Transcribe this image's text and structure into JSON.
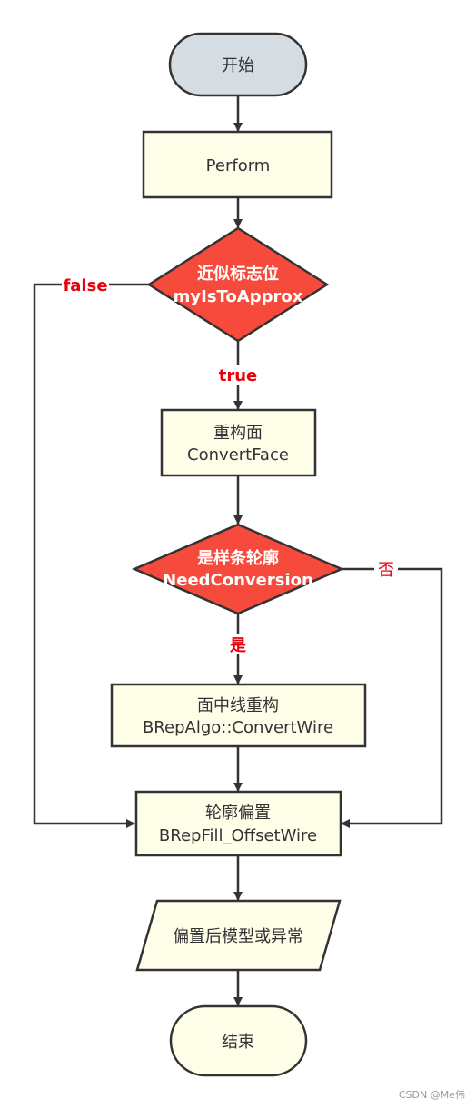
{
  "colors": {
    "start_fill": "#d5dde2",
    "process_fill": "#fefee9",
    "decision_fill": "#f64b3c",
    "stroke": "#333333",
    "edge_label": "#e8000b"
  },
  "nodes": {
    "start": "开始",
    "perform": "Perform",
    "decision1": {
      "line1": "近似标志位",
      "line2": "myIsToApprox"
    },
    "convert_face": {
      "line1": "重构面",
      "line2": "ConvertFace"
    },
    "decision2": {
      "line1": "是样条轮廓",
      "line2": "NeedConversion"
    },
    "convert_wire": {
      "line1": "面中线重构",
      "line2": "BRepAlgo::ConvertWire"
    },
    "offset_wire": {
      "line1": "轮廓偏置",
      "line2": "BRepFill_OffsetWire"
    },
    "output": "偏置后模型或异常",
    "end": "结束"
  },
  "edge_labels": {
    "false": "false",
    "true": "true",
    "no": "否",
    "yes": "是"
  },
  "watermark": "CSDN @Me伟"
}
